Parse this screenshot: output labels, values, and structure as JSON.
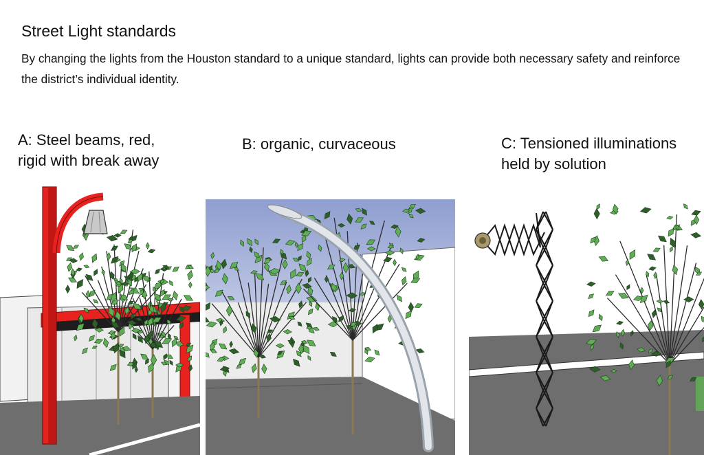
{
  "header": {
    "title": "Street Light standards",
    "description": "By changing the lights from the Houston standard to a unique standard, lights can provide both necessary safety and reinforce the district’s individual identity."
  },
  "options": [
    {
      "caption_lines": [
        "A: Steel beams, red,",
        "rigid with break away"
      ],
      "pole_color": "#e8231f"
    },
    {
      "caption_lines": [
        "B: organic, curvaceous"
      ],
      "pole_color": "#d8dde4"
    },
    {
      "caption_lines": [
        "C: Tensioned illuminations",
        "held by solution"
      ],
      "pole_color": "#1a1a1a"
    }
  ],
  "colors": {
    "ground": "#6e6e6e",
    "leaf": "#5fae55",
    "trunk": "#8a7a52",
    "sky": "#a9b6d6"
  }
}
